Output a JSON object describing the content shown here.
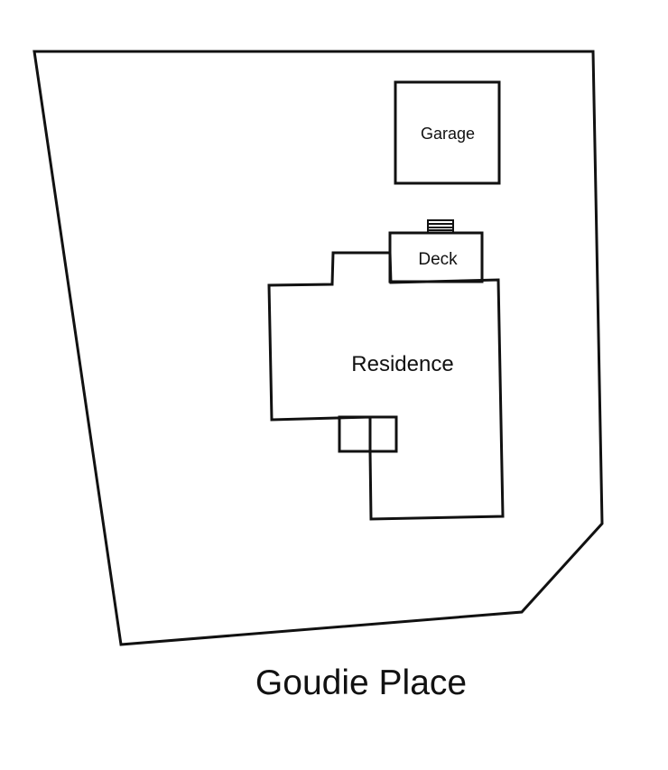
{
  "diagram": {
    "labels": {
      "garage": "Garage",
      "deck": "Deck",
      "residence": "Residence",
      "street": "Goudie Place"
    }
  }
}
